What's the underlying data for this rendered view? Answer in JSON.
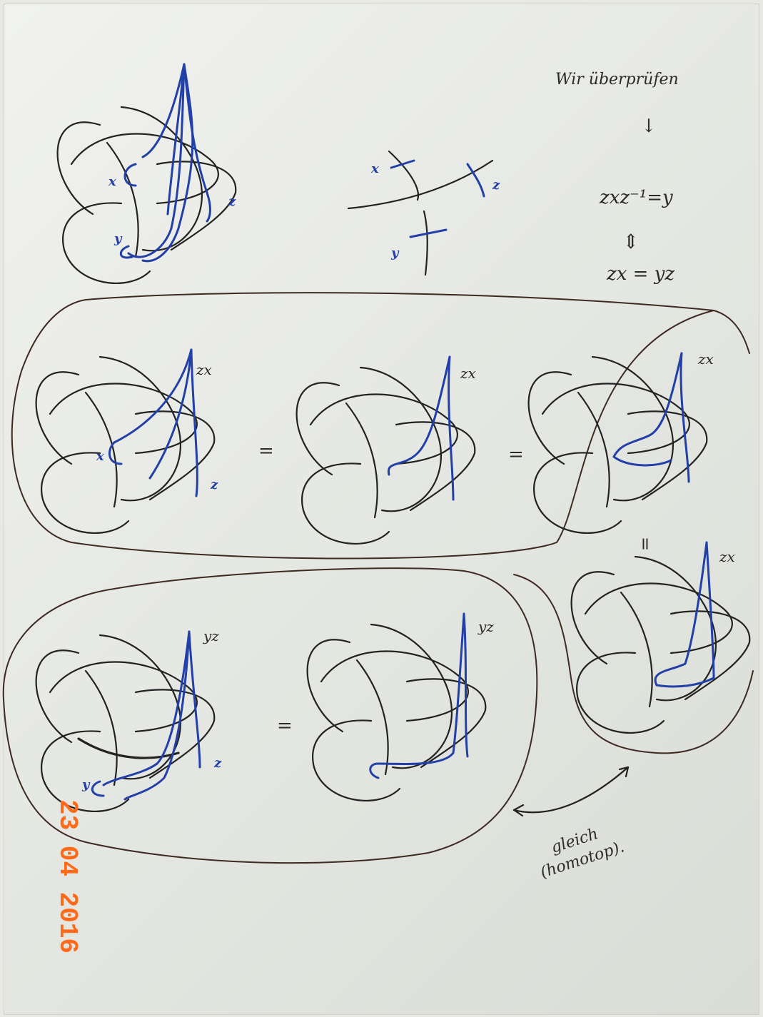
{
  "notes": {
    "title": "Wir überprüfen",
    "arrow_down": "↓",
    "eq1": "zxz⁻¹=y",
    "equiv": "⇕",
    "eq2": "zx = yz",
    "homotopy_label": "gleich",
    "homotopy_sub": "(homotop)."
  },
  "labels": {
    "x": "x",
    "y": "y",
    "z": "z",
    "zx": "zx",
    "yz": "yz",
    "equals": "=",
    "vertical_equals": "="
  },
  "date_stamp": "23 04 2016",
  "colors": {
    "ink": "#222222",
    "blue_pen": "#2340a8",
    "stamp": "#ff6a1a",
    "paper": "#eceee9"
  }
}
